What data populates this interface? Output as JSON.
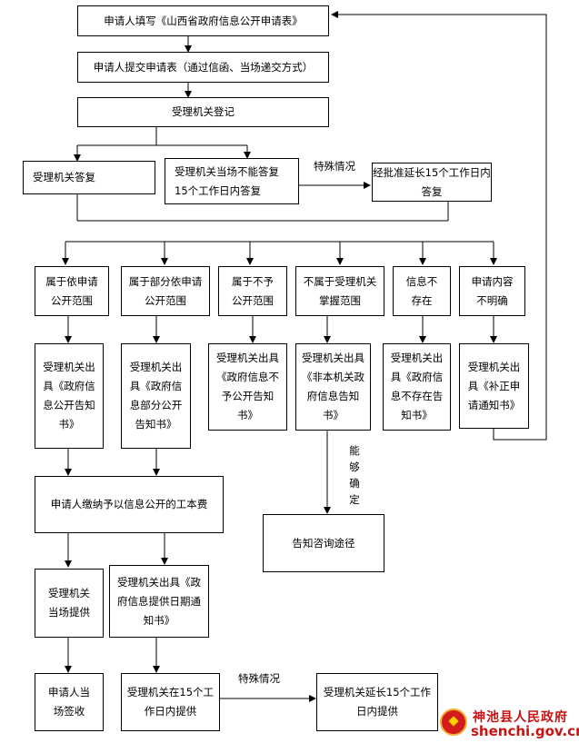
{
  "steps": {
    "fill_form": "申请人填写《山西省政府信息公开申请表》",
    "submit_form": "申请人提交申请表（通过信函、当场递交方式）",
    "register": "受理机关登记",
    "reply": "受理机关答复",
    "no_immediate_reply": "受理机关当场不能答复 15个工作日内答复",
    "extension_approved": "经批准延长15个工作日内答复",
    "cat_public": "属于依申请公开范围",
    "cat_partial": "属于部分依申请公开范围",
    "cat_not_public": "属于不予公开范围",
    "cat_not_held": "不属于受理机关掌握范围",
    "cat_not_exist": "信息不存在",
    "cat_unclear": "申请内容不明确",
    "notice_public": "受理机关出具《政府信息公开告知书》",
    "notice_partial": "受理机关出具《政府信息部分公开告知书》",
    "notice_not_public": "受理机关出具《政府信息不予公开告知书》",
    "notice_not_held": "受理机关出具《非本机关政府信息告知书》",
    "notice_not_exist": "受理机关出具《政府信息不存在告知书》",
    "notice_supplement": "受理机关出具《补正申请通知书》",
    "pay_fee": "申请人缴纳予以信息公开的工本费",
    "consult_path": "告知咨询途径",
    "provide_onsite": "受理机关当场提供",
    "provide_date_notice": "受理机关出具《政府信息提供日期通知书》",
    "sign_onsite": "申请人当场签收",
    "provide_15": "受理机关在15个工作日内提供",
    "extend_15": "受理机关延长15个工作日内提供"
  },
  "labels": {
    "special_case_1": "特殊情况",
    "special_case_2": "特殊情况",
    "can_determine": "能够确定"
  },
  "watermark": {
    "name": "神池县人民政府",
    "url": "shenchi.gov.cn"
  }
}
